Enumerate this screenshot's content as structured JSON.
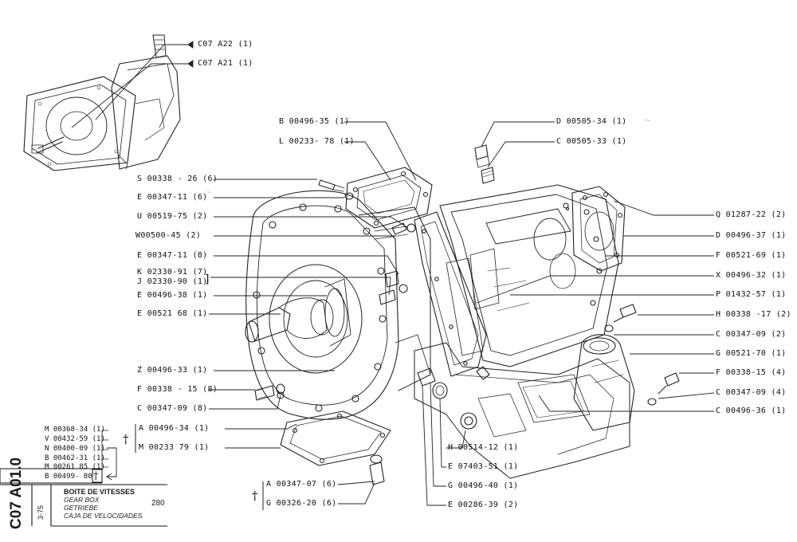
{
  "refs": {
    "top1": "C07  A22 (1)",
    "top2": "C07  A21  (1)"
  },
  "left_labels": [
    "S 00338 - 26 (6)",
    "E 00347-11 (6)",
    "U 00519-75 (2)",
    "W00500-45 (2)",
    "E 00347-11 (8)",
    "K 02330-91 (7)",
    "J 02330-90 (1)",
    "E 00496-38 (1)",
    "E 00521  68 (1)",
    "Z 00496-33 (1)",
    "F 00338 - 15 (8)",
    "C 00347-09 (8)"
  ],
  "top_labels": [
    "B 00496-35 (1)",
    "L 00233- 78 (1)",
    "D 00505-34 (1)",
    "C 00505-33 (1)"
  ],
  "right_labels": [
    "Q 01287-22 (2)",
    "D 00496-37 (1)",
    "F 00521-69 (1)",
    "X 00496-32 (1)",
    "P 01432-57 (1)",
    "H 00338 -17 (2)",
    "C 00347-09 (2)",
    "G 00521-70 (1)",
    "F 00338-15 (4)",
    "C 00347-09 (4)",
    "C 00496-36 (1)"
  ],
  "bottom_labels": [
    "H 00514-12 (1)",
    "E 07403-51 (1)",
    "G 00496-40 (1)",
    "E 00286-39 (2)"
  ],
  "kit_group": [
    "M 00368-34 (1)",
    "V 00432-59 (1)",
    "N 00400-09 (1)",
    "B 00462-31 (1)",
    "M 00261  85 (1)",
    "B 00499- 80"
  ],
  "gasket_group": [
    "A 00496-34 (1)",
    "M 00233  79 (1)"
  ],
  "plug_group": [
    "A 00347-07 (6)",
    "G 00326-20 (6)"
  ],
  "dagger": "†",
  "title": {
    "fr": "BOITE DE VITESSES",
    "en": "GEAR BOX",
    "de": "GETRIEBE",
    "es": "CAJA DE VELOCIDADES",
    "number": "280",
    "page_code": "C07 A01.0",
    "date": "3-75"
  }
}
